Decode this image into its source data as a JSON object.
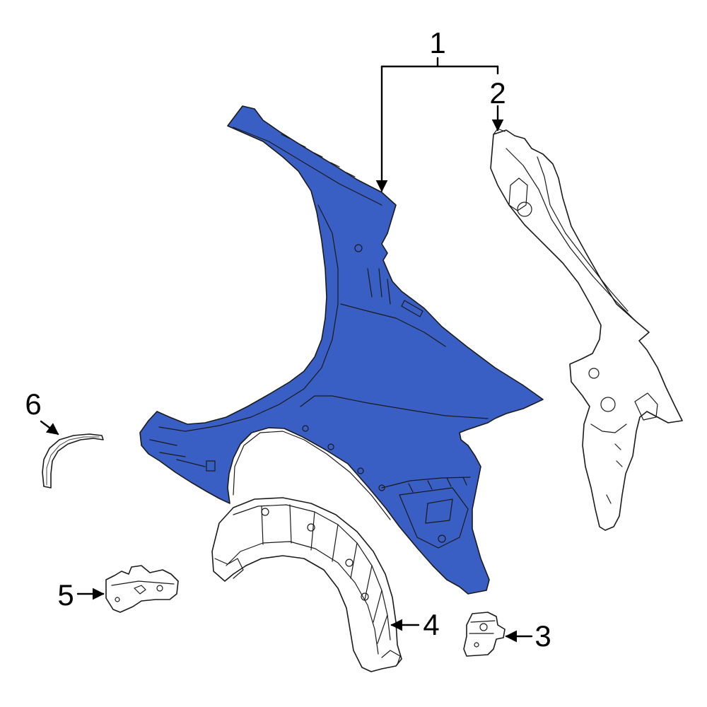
{
  "diagram": {
    "callouts": [
      {
        "id": "1",
        "label": "1"
      },
      {
        "id": "2",
        "label": "2"
      },
      {
        "id": "3",
        "label": "3"
      },
      {
        "id": "4",
        "label": "4"
      },
      {
        "id": "5",
        "label": "5"
      },
      {
        "id": "6",
        "label": "6"
      }
    ],
    "colors": {
      "highlight": "#3a5fc4",
      "part_fill": "#ffffff",
      "outline": "#1a1a1a",
      "background": "#ffffff"
    }
  }
}
